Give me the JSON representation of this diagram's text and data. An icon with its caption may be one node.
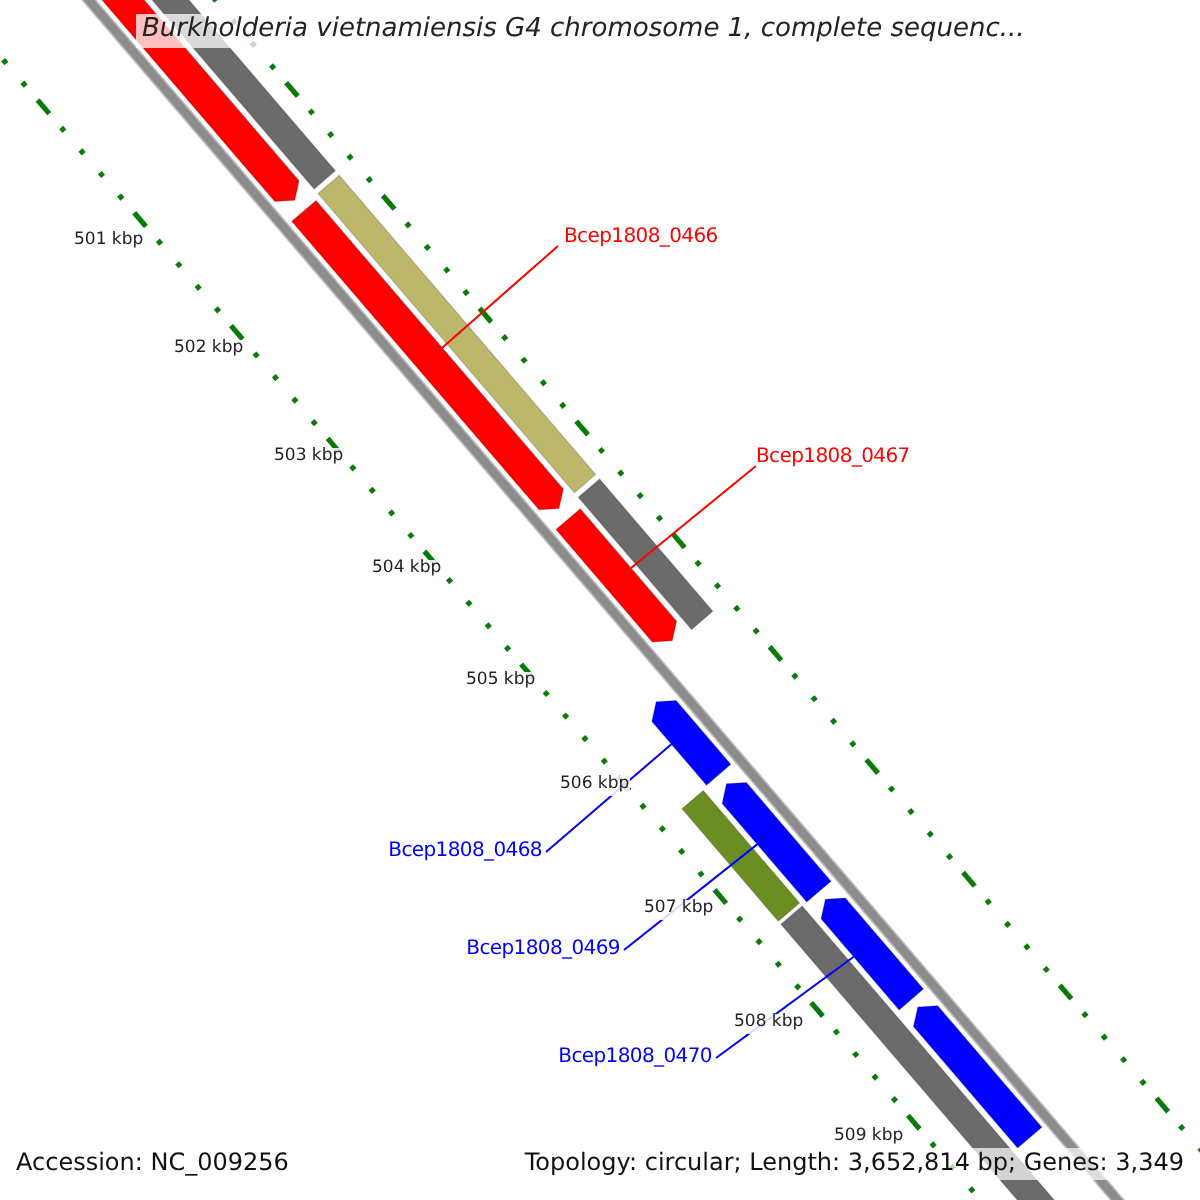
{
  "diagram": {
    "title": "Burkholderia vietnamiensis G4 chromosome 1, complete sequenc...",
    "nodes": [
      {
        "text": [
          "Bcep1808_0466"
        ]
      },
      {
        "text": [
          "Bcep1808_0467"
        ]
      },
      {
        "text": [
          "Bcep1808_0468"
        ]
      },
      {
        "text": [
          "Bcep1808_0469"
        ]
      },
      {
        "text": [
          "Bcep1808_0470"
        ]
      },
      {
        "text": [],
        "shape": "bar"
      },
      {
        "text": [],
        "shape": "bar"
      },
      {
        "text": [],
        "shape": "bar"
      },
      {
        "text": [],
        "shape": "bar"
      },
      {
        "text": [],
        "shape": "bar"
      },
      {
        "text": [],
        "shape": "bar"
      },
      {
        "text": [],
        "shape": "bar"
      }
    ],
    "edges": [
      {
        "from": 0,
        "to": 6,
        "arrow": "none",
        "color": "#ff0000"
      },
      {
        "from": 1,
        "to": 7,
        "arrow": "none",
        "color": "#ff0000"
      },
      {
        "from": 2,
        "to": 8,
        "arrow": "none"
      },
      {
        "from": 3,
        "to": 9,
        "arrow": "none"
      },
      {
        "from": 4,
        "to": 10,
        "arrow": "none"
      }
    ],
    "labels": [
      "501 kbp",
      "502 kbp",
      "503 kbp",
      "504 kbp",
      "505 kbp",
      "506 kbp",
      "507 kbp",
      "508 kbp",
      "509 kbp",
      "Accession: NC_009256",
      "Topology: circular; Length: 3,652,814 bp; Genes: 3,349"
    ]
  }
}
